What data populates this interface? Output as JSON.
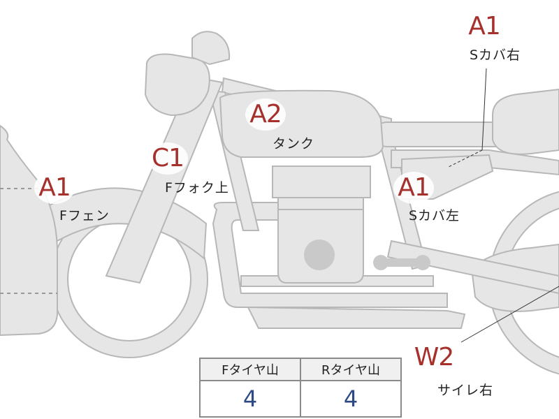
{
  "annotations": [
    {
      "id": "rear-cover-right",
      "grade": "A1",
      "part": "Sカバ右"
    },
    {
      "id": "tank",
      "grade": "A2",
      "part": "タンク"
    },
    {
      "id": "front-fork-upper",
      "grade": "C1",
      "part": "Fフォク上"
    },
    {
      "id": "front-fender",
      "grade": "A1",
      "part": "Fフェン"
    },
    {
      "id": "rear-cover-left",
      "grade": "A1",
      "part": "Sカバ左"
    },
    {
      "id": "silencer-right",
      "grade": "W2",
      "part": "サイレ右"
    }
  ],
  "tread_table": {
    "headers": [
      "Fタイヤ山",
      "Rタイヤ山"
    ],
    "values": [
      "4",
      "4"
    ]
  },
  "colors": {
    "grade_text": "#a5302c",
    "tread_value": "#2d4a86",
    "bike_fill": "#e6e6e6",
    "bike_outline": "#b7b7b7"
  }
}
